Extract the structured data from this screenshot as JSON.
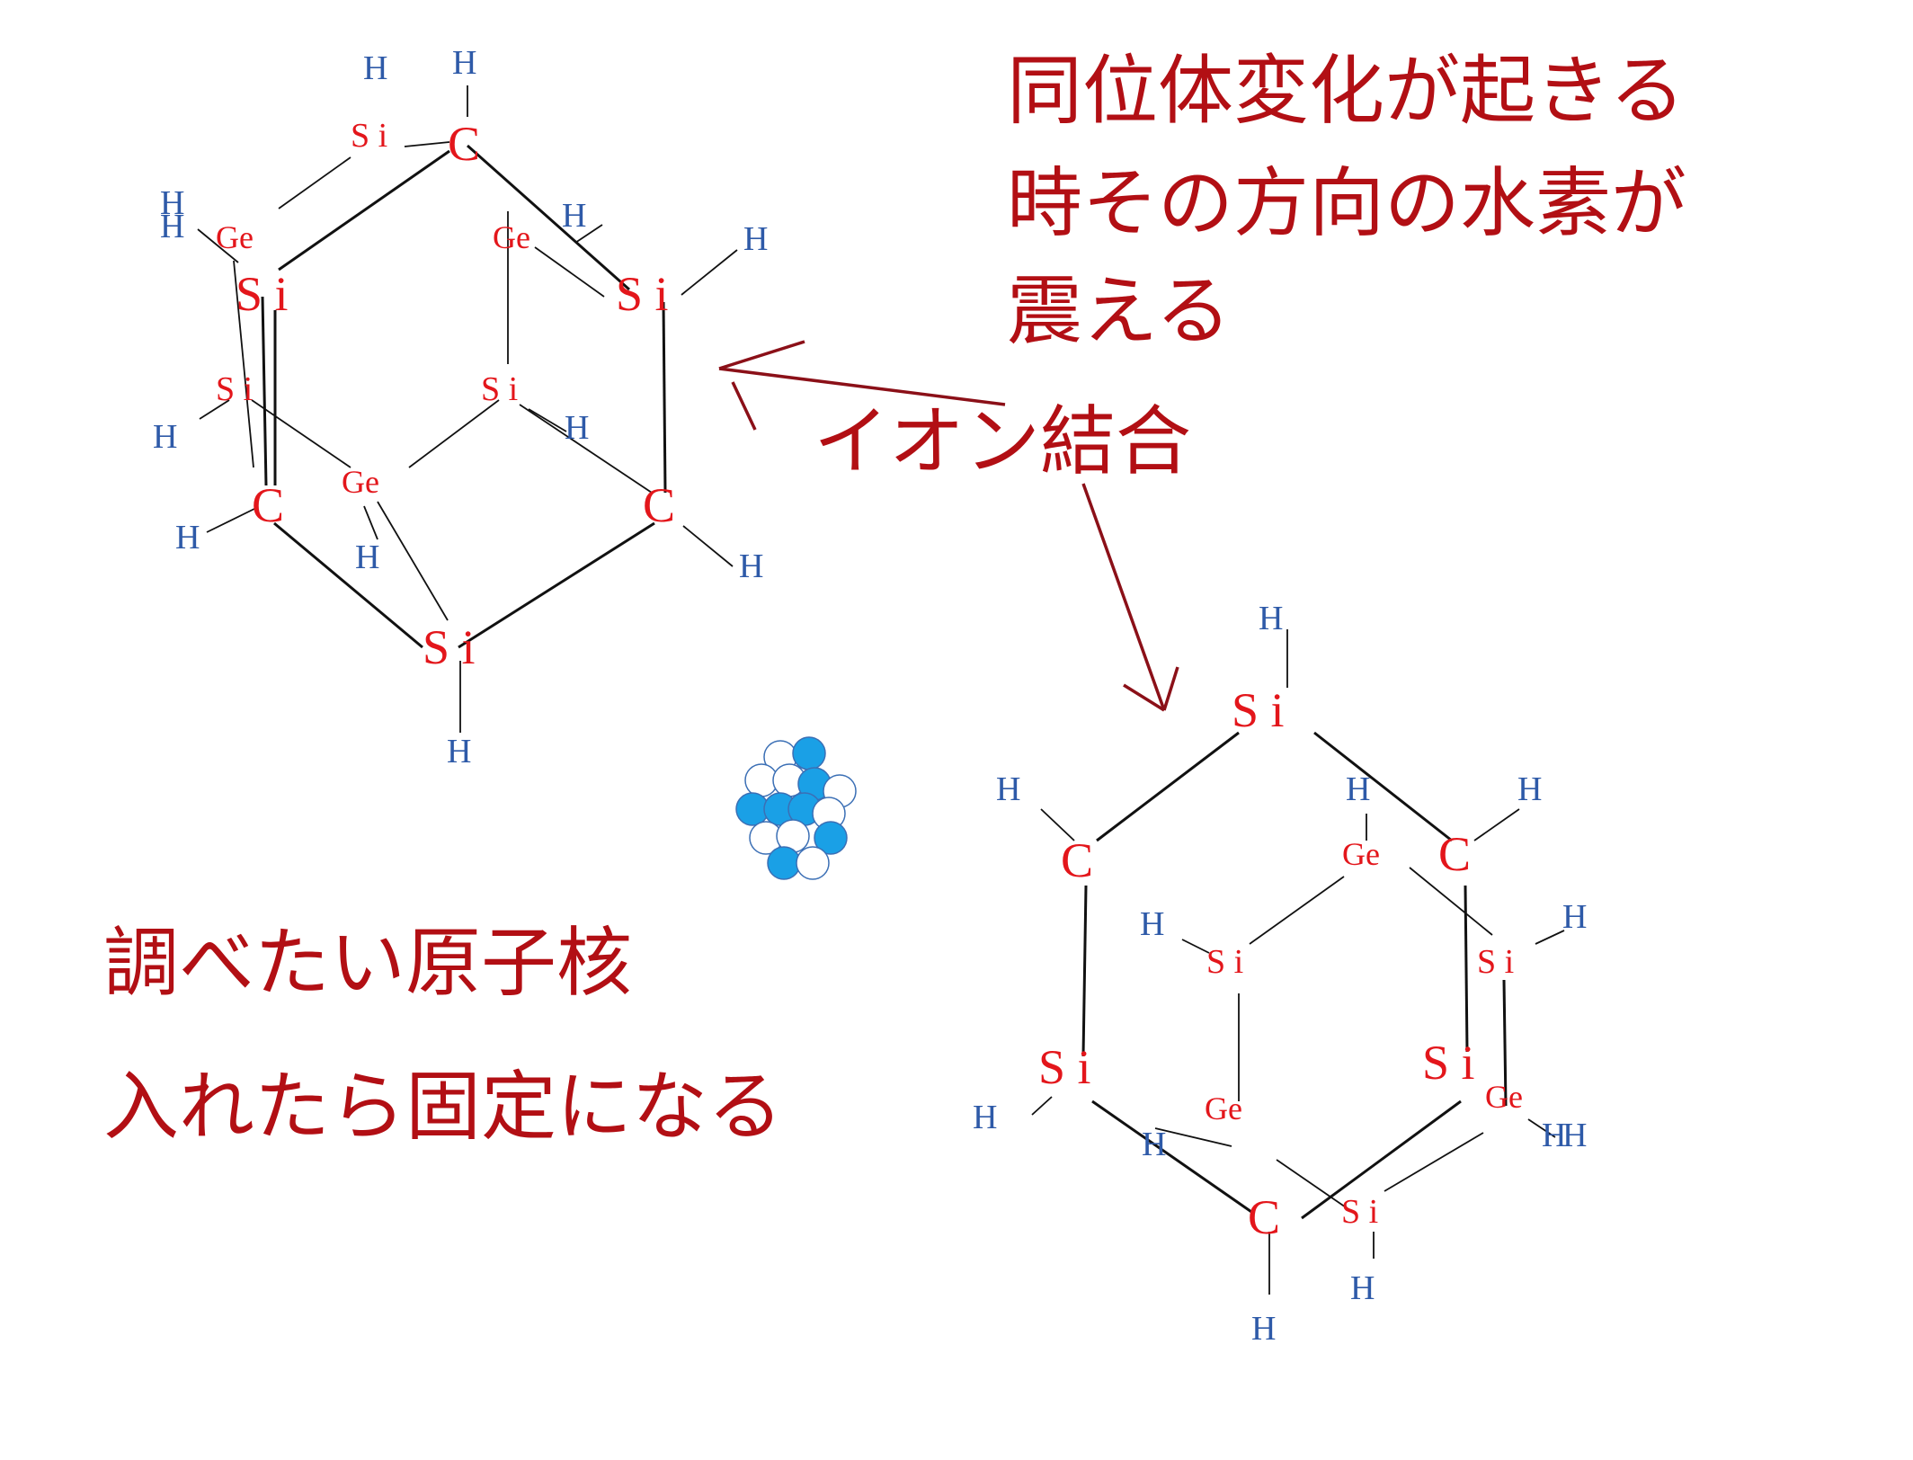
{
  "annotations": {
    "isotope_line1": "同位体変化が起きる",
    "isotope_line2": "時その方向の水素が",
    "isotope_line3": "震える",
    "ionic_bond": "イオン結合",
    "nucleus_line1": "調べたい原子核",
    "nucleus_line2": "入れたら固定になる"
  },
  "atoms": {
    "H": "H",
    "C": "C",
    "Si": "S i",
    "Ge": "Ge"
  },
  "colors": {
    "atom_heavy": "#e3161b",
    "atom_hydrogen": "#2e5aa8",
    "annotation": "#b20f14",
    "arrow": "#8b1018",
    "bond": "#111111",
    "nucleon_fill": "#1aa0e6",
    "nucleon_outline": "#3b6fb5"
  }
}
